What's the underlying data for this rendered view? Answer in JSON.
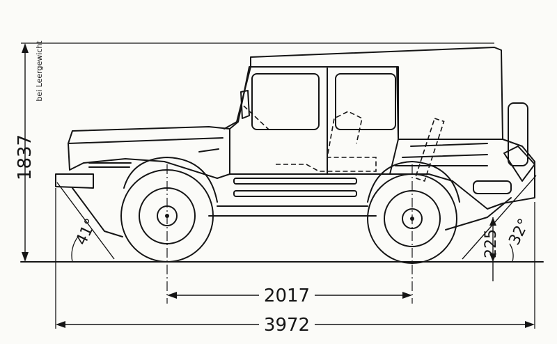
{
  "dimensions": {
    "wheelbase": "2017",
    "overall_length": "3972",
    "height": "1837",
    "height_note": "bei Leergewicht",
    "ground_clearance": "225",
    "approach_angle": "41°",
    "departure_angle": "32°"
  }
}
